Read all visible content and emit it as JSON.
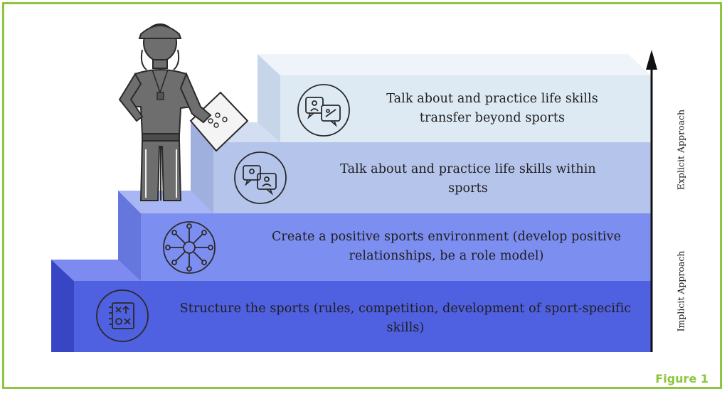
{
  "steps": [
    {
      "text": "Structure the sports (rules, competition, development of sport-specific skills)",
      "icon": "strategy-board-icon",
      "color": "#4f60e0"
    },
    {
      "text": "Create a positive sports environment (develop positive relationships, be a role model)",
      "icon": "team-hands-icon",
      "color": "#7c8ef0"
    },
    {
      "text": "Talk about and practice life skills within sports",
      "icon": "discussion-icon",
      "color": "#b5c4ea"
    },
    {
      "text": "Talk about and practice life skills transfer beyond sports",
      "icon": "transfer-discussion-icon",
      "color": "#dde9f3"
    }
  ],
  "axis": {
    "lower_label": "Implicit Approach",
    "upper_label": "Explicit Approach"
  },
  "figure_label": "Figure 1",
  "colors": {
    "border": "#8dc63f",
    "coach": "#6e6e6e"
  }
}
